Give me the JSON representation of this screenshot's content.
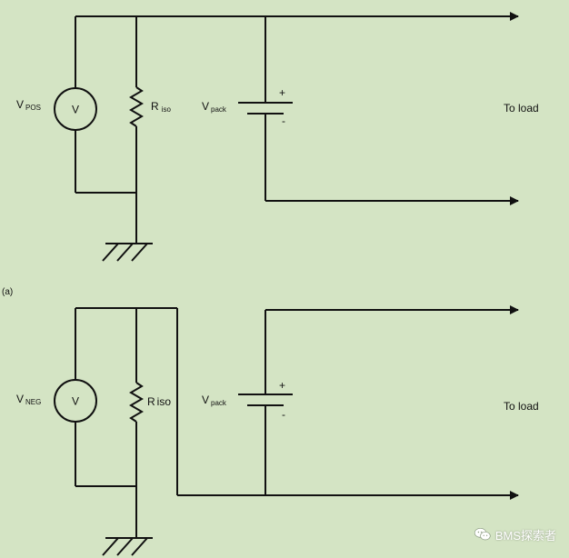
{
  "figure": {
    "panel_label": "(a)",
    "top": {
      "voltmeter_main": "V",
      "voltmeter_sub": "POS",
      "meter_symbol": "V",
      "resistor_main": "R",
      "resistor_sub": "iso",
      "battery_main": "V",
      "battery_sub": "pack",
      "plus": "+",
      "minus": "-",
      "load_label": "To load"
    },
    "bottom": {
      "voltmeter_main": "V",
      "voltmeter_sub": "NEG",
      "meter_symbol": "V",
      "resistor_main": "R",
      "resistor_sub": "iso",
      "battery_main": "V",
      "battery_sub": "pack",
      "plus": "+",
      "minus": "-",
      "load_label": "To load"
    }
  },
  "watermark": {
    "text": "BMS探索者",
    "icon": "chat-bubbles-icon"
  },
  "colors": {
    "background": "#d4e4c4",
    "line": "#111111"
  }
}
